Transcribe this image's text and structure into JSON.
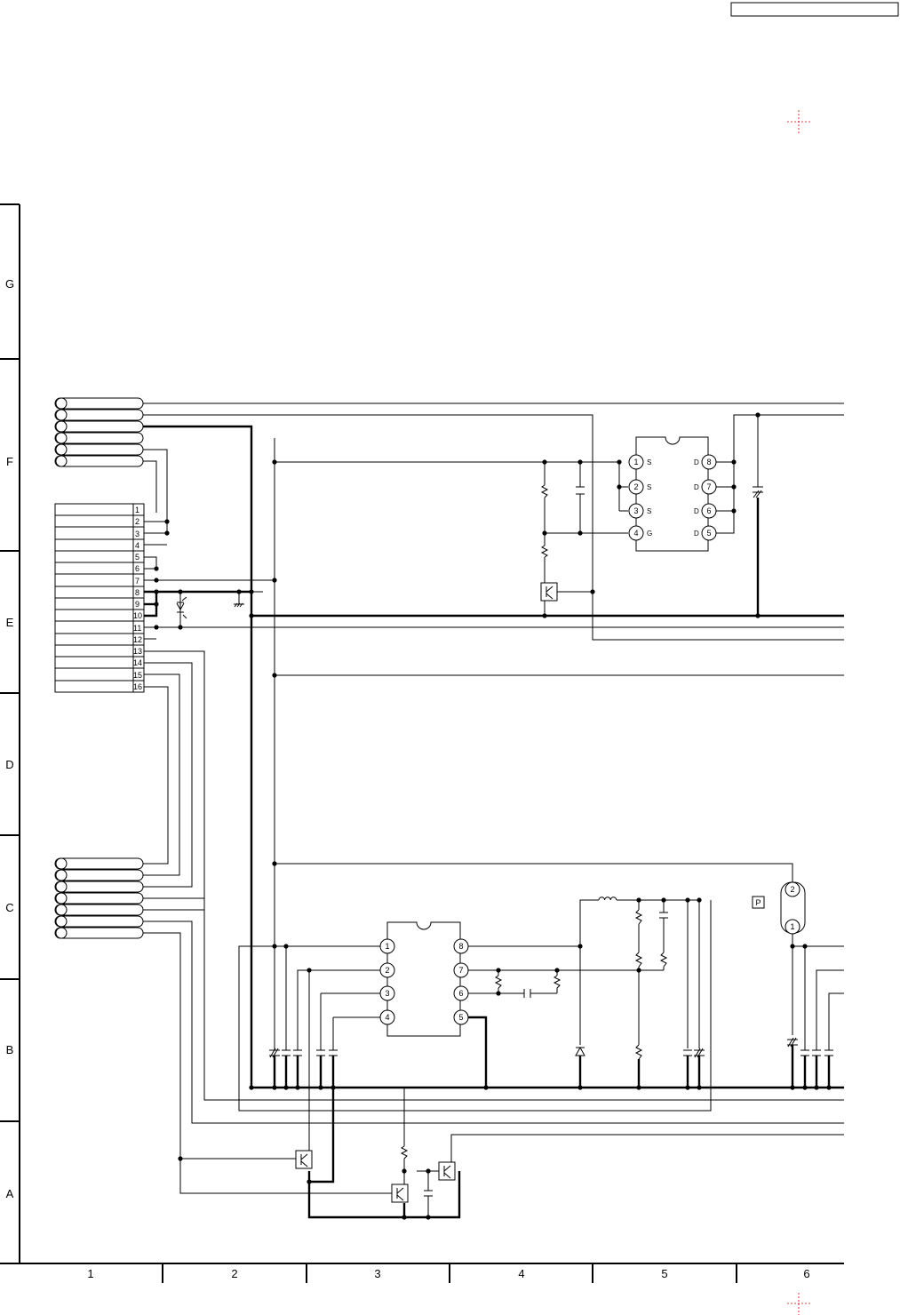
{
  "row_labels": [
    "G",
    "F",
    "E",
    "D",
    "C",
    "B",
    "A"
  ],
  "col_labels": [
    "1",
    "2",
    "3",
    "4",
    "5",
    "6"
  ],
  "connector_pins": [
    "1",
    "2",
    "3",
    "4",
    "5",
    "6",
    "7",
    "8",
    "9",
    "10",
    "11",
    "12",
    "13",
    "14",
    "15",
    "16"
  ],
  "ic_top_left_pins": [
    "1",
    "2",
    "3",
    "4"
  ],
  "ic_top_left_letters": [
    "S",
    "S",
    "S",
    "G"
  ],
  "ic_top_right_pins": [
    "8",
    "7",
    "6",
    "5"
  ],
  "ic_top_right_letters": [
    "D",
    "D",
    "D",
    "D"
  ],
  "ic_bottom_left_pins": [
    "1",
    "2",
    "3",
    "4"
  ],
  "ic_bottom_right_pins": [
    "8",
    "7",
    "6",
    "5"
  ],
  "jumper_pins": [
    "2",
    "1"
  ],
  "p_marker": "P"
}
